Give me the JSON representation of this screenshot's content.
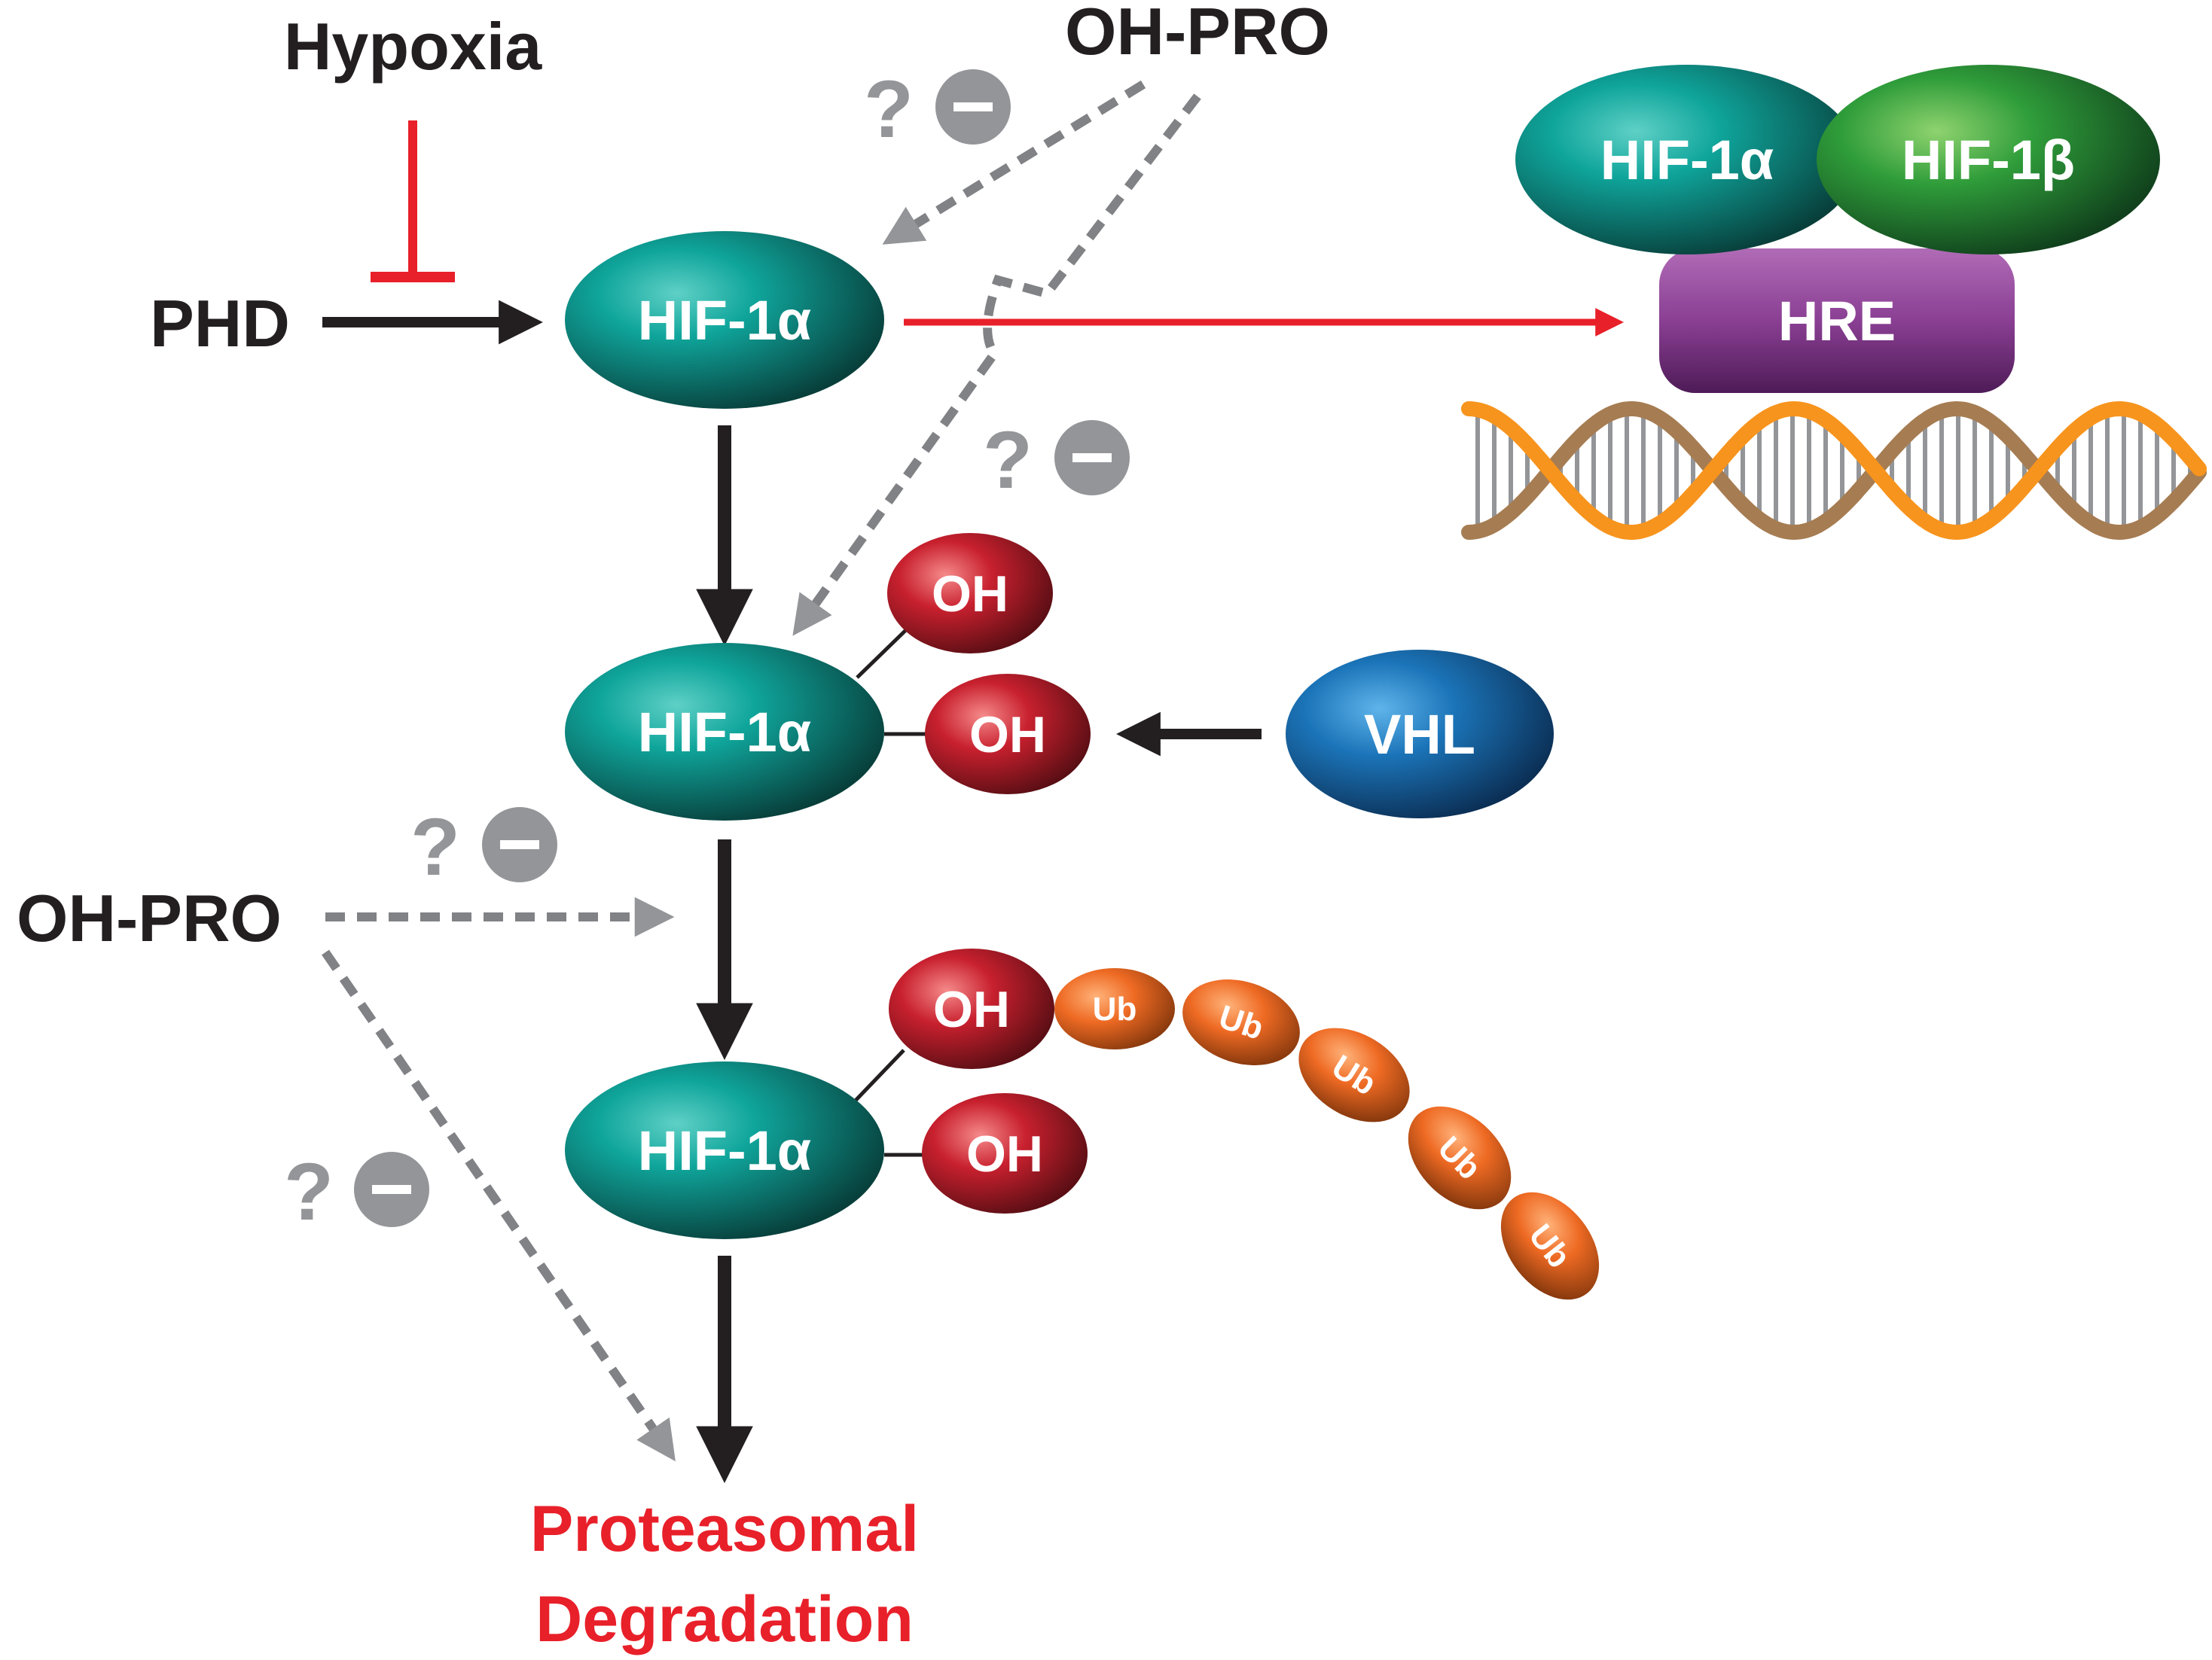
{
  "labels": {
    "hypoxia": "Hypoxia",
    "oh_pro_top": "OH-PRO",
    "oh_pro_left": "OH-PRO",
    "phd": "PHD",
    "degradation_line1": "Proteasomal",
    "degradation_line2": "Degradation"
  },
  "nodes": {
    "hif1a": "HIF-1α",
    "hif1b": "HIF-1β",
    "hre": "HRE",
    "vhl": "VHL",
    "oh": "OH",
    "ub": "Ub"
  },
  "markers": {
    "question": "?",
    "inhibit": "−"
  },
  "colors": {
    "teal": "#119c94",
    "green": "#2a9a3c",
    "purple": "#8a3f93",
    "blue": "#1b74b8",
    "red_oh": "#c8202e",
    "orange_ub": "#ee6a23",
    "inhibit_red": "#e8202a",
    "arrow_black": "#231f20",
    "dash_gray": "#808285",
    "dna_orange": "#f7941d",
    "dna_brown": "#a67c52"
  },
  "icons": [
    "dna-helix-icon",
    "question-mark-icon",
    "minus-circle-icon"
  ]
}
